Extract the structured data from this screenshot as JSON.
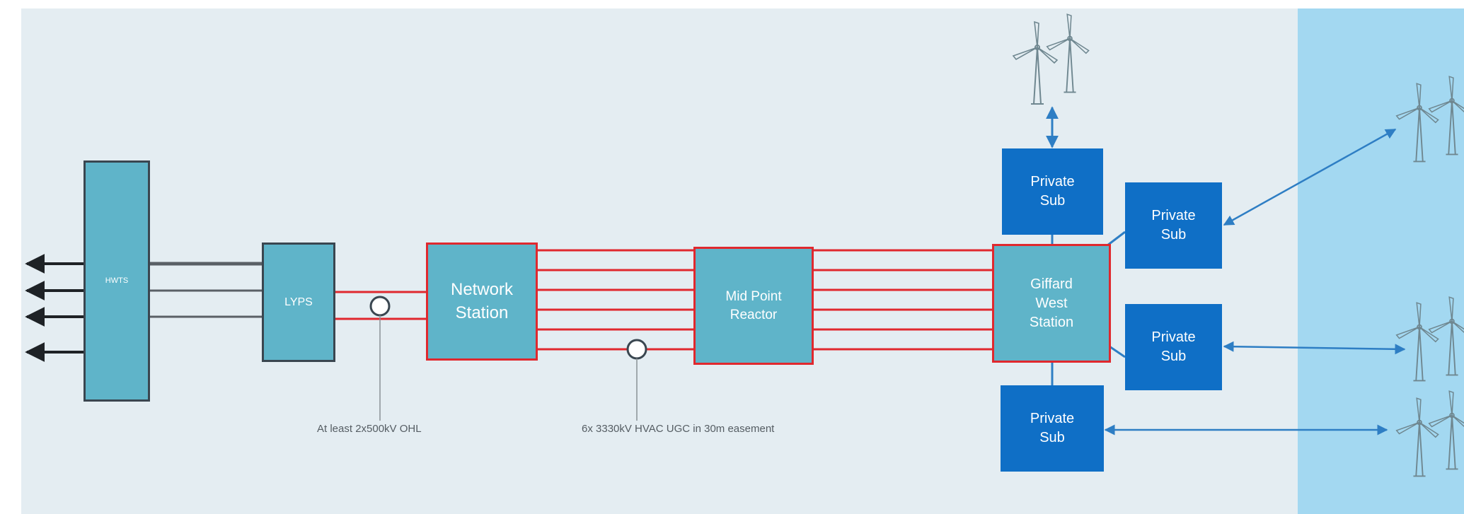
{
  "colors": {
    "land_bg": "#e4edf2",
    "sea_bg": "#a3d8f1",
    "station_fill": "#5fb4c9",
    "private_sub_fill": "#0f6fc6",
    "hvac_line": "#e0282e",
    "grid_line": "#5a6066",
    "link_arrow": "#2e7ec4"
  },
  "nodes": {
    "hwts": "HWTS",
    "lyps": "LYPS",
    "network_station": "Network\nStation",
    "mid_point_reactor": "Mid Point\nReactor",
    "giffard_west": "Giffard\nWest\nStation",
    "private_sub_top": "Private\nSub",
    "private_sub_right_upper": "Private\nSub",
    "private_sub_right_lower": "Private\nSub",
    "private_sub_bottom": "Private\nSub"
  },
  "annotations": {
    "ohl": "At least 2x500kV OHL",
    "ugc": "6x 3330kV HVAC UGC in 30m easement"
  },
  "icons": {
    "wind_turbine": "wind-turbine-icon",
    "connector": "cable-marker-icon"
  }
}
